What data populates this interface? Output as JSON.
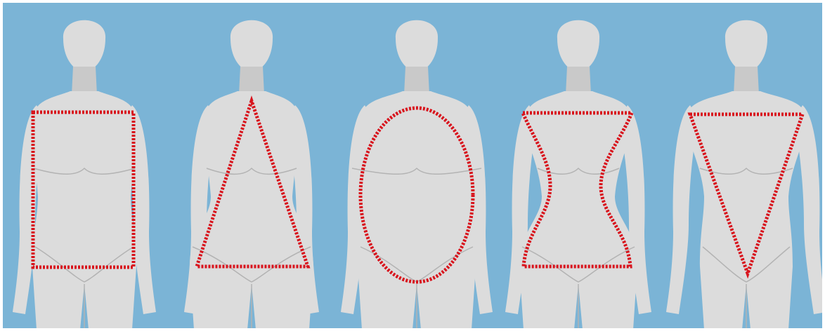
{
  "colors": {
    "background": "#7bb4d6",
    "border": "#ffffff",
    "silhouette": "#dcdcdc",
    "silhouette_shade": "#c9c9c9",
    "silhouette_line": "#b3b3b3",
    "outline": "#d8141d"
  },
  "figures": [
    {
      "id": "rectangle",
      "shape": "rectangle"
    },
    {
      "id": "triangle",
      "shape": "triangle"
    },
    {
      "id": "oval",
      "shape": "oval"
    },
    {
      "id": "hourglass",
      "shape": "hourglass"
    },
    {
      "id": "inverted-triangle",
      "shape": "inverted-triangle"
    }
  ]
}
